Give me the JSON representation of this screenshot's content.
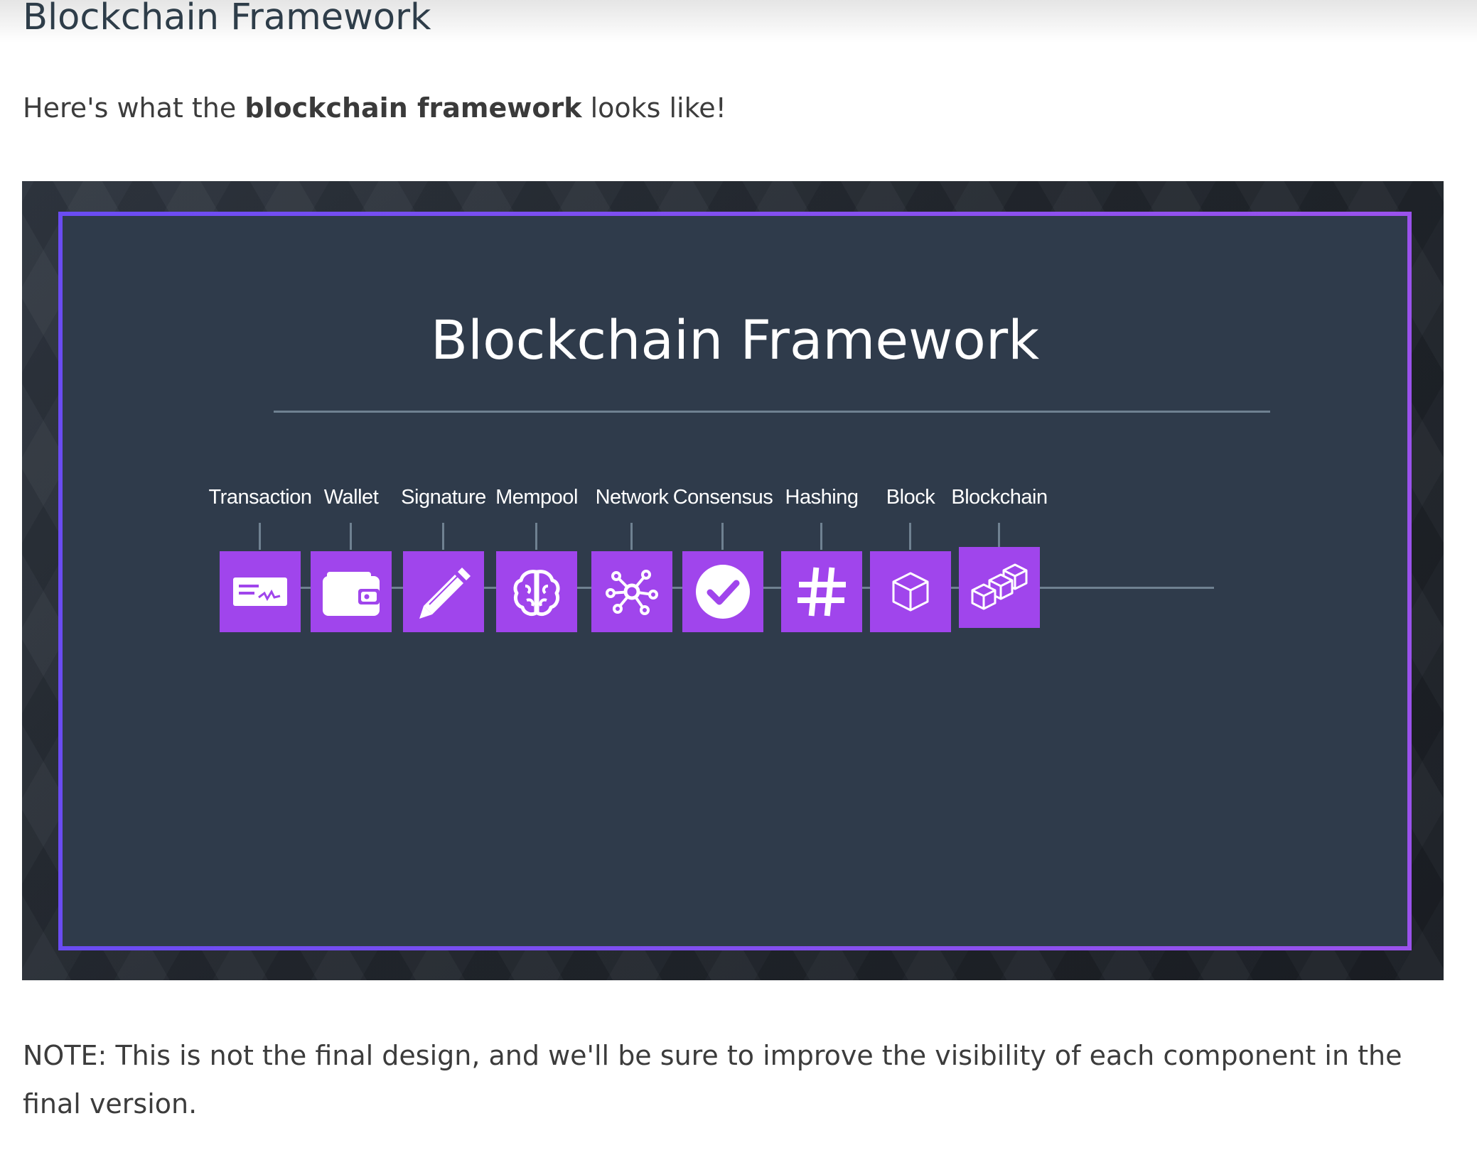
{
  "page": {
    "heading": "Blockchain Framework",
    "intro_before": "Here's what the ",
    "intro_bold": "blockchain framework",
    "intro_after": " looks like!",
    "note": "NOTE: This is not the final design, and we'll be sure to improve the visibility of each component in the final version."
  },
  "figure": {
    "title": "Blockchain Framework",
    "accent_color": "#a045ec",
    "frame_color": "#7a4cf0",
    "background_color": "#2f3b4b",
    "steps": [
      {
        "label": "Transaction",
        "icon": "check-payment-icon"
      },
      {
        "label": "Wallet",
        "icon": "wallet-icon"
      },
      {
        "label": "Signature",
        "icon": "pencil-icon"
      },
      {
        "label": "Mempool",
        "icon": "brain-icon"
      },
      {
        "label": "Network",
        "icon": "network-nodes-icon"
      },
      {
        "label": "Consensus",
        "icon": "check-circle-icon"
      },
      {
        "label": "Hashing",
        "icon": "hashtag-icon"
      },
      {
        "label": "Block",
        "icon": "cube-icon"
      },
      {
        "label": "Blockchain",
        "icon": "cubes-icon"
      }
    ]
  }
}
